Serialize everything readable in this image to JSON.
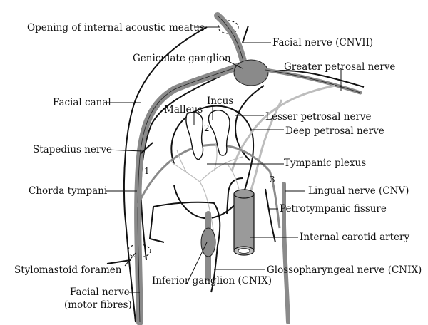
{
  "labels": {
    "opening_iam": "Opening of internal acoustic meatus",
    "facial_nerve_cnvii": "Facial nerve (CNVII)",
    "geniculate_ganglion": "Geniculate ganglion",
    "greater_petrosal_nerve": "Greater petrosal nerve",
    "facial_canal": "Facial canal",
    "incus": "Incus",
    "malleus": "Malleus",
    "lesser_petrosal_nerve": "Lesser petrosal nerve",
    "deep_petrosal_nerve": "Deep petrosal nerve",
    "stapedius_nerve": "Stapedius nerve",
    "tympanic_plexus": "Tympanic plexus",
    "chorda_tympani": "Chorda tympani",
    "lingual_nerve": "Lingual nerve (CNV)",
    "petrotympanic_fissure": "Petrotympanic fissure",
    "internal_carotid_artery": "Internal carotid artery",
    "stylomastoid_foramen": "Stylomastoid foramen",
    "glossopharyngeal_nerve": "Glossopharyngeal nerve (CNIX)",
    "inferior_ganglion": "Inferior ganglion (CNIX)",
    "facial_nerve_motor_line1": "Facial nerve",
    "facial_nerve_motor_line2": "(motor fibres)"
  },
  "markers": {
    "one": "1",
    "two": "2",
    "three": "3"
  },
  "colors": {
    "nerve_gray": "#8a8a8a",
    "nerve_light": "#bdbdbd",
    "outline": "#111111",
    "vessel_fill": "#9a9a9a"
  }
}
